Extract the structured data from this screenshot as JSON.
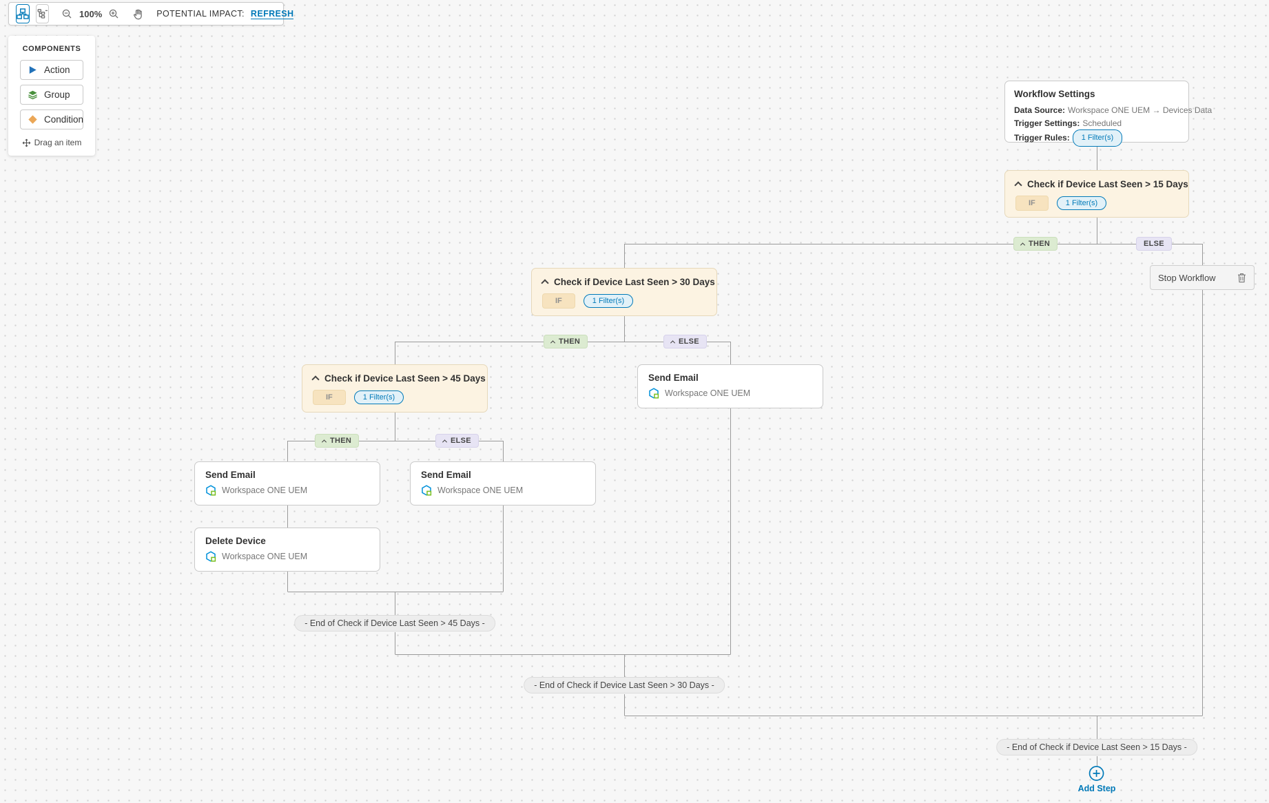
{
  "labels": {
    "then": "THEN",
    "else": "ELSE"
  },
  "toolbar": {
    "zoom_level": "100%",
    "impact_label": "POTENTIAL IMPACT:",
    "refresh": "REFRESH"
  },
  "components": {
    "title": "COMPONENTS",
    "items": [
      {
        "label": "Action",
        "icon": "play-icon"
      },
      {
        "label": "Group",
        "icon": "layers-icon"
      },
      {
        "label": "Condition",
        "icon": "diamond-icon"
      }
    ],
    "drag_hint": "Drag an item"
  },
  "settings": {
    "title": "Workflow Settings",
    "rows": [
      {
        "label": "Data Source:",
        "value": "Workspace ONE UEM → Devices Data"
      },
      {
        "label": "Trigger Settings:",
        "value": "Scheduled"
      },
      {
        "label": "Trigger Rules:",
        "pill": "1 Filter(s)"
      }
    ]
  },
  "nodes": {
    "cond15": {
      "title": "Check if Device Last Seen > 15 Days",
      "if_label": "IF",
      "filters": "1 Filter(s)"
    },
    "cond30": {
      "title": "Check if Device Last Seen > 30 Days",
      "if_label": "IF",
      "filters": "1 Filter(s)"
    },
    "cond45": {
      "title": "Check if Device Last Seen > 45 Days",
      "if_label": "IF",
      "filters": "1 Filter(s)"
    },
    "send_email_b30": {
      "title": "Send Email",
      "app": "Workspace ONE UEM"
    },
    "send_email_t45": {
      "title": "Send Email",
      "app": "Workspace ONE UEM"
    },
    "send_email_e45": {
      "title": "Send Email",
      "app": "Workspace ONE UEM"
    },
    "delete_device": {
      "title": "Delete Device",
      "app": "Workspace ONE UEM"
    },
    "stop_workflow": {
      "title": "Stop Workflow"
    }
  },
  "ends": {
    "end45": "- End of Check if Device Last Seen > 45 Days -",
    "end30": "- End of Check if Device Last Seen > 30 Days -",
    "end15": "- End of Check if Device Last Seen > 15 Days -"
  },
  "add_step": {
    "label": "Add Step"
  },
  "colors": {
    "accent": "#0079b8",
    "condition_bg": "#fcf3e2",
    "then_bg": "#dcebd1",
    "else_bg": "#e7e4f4",
    "line": "#9a9a9a"
  }
}
